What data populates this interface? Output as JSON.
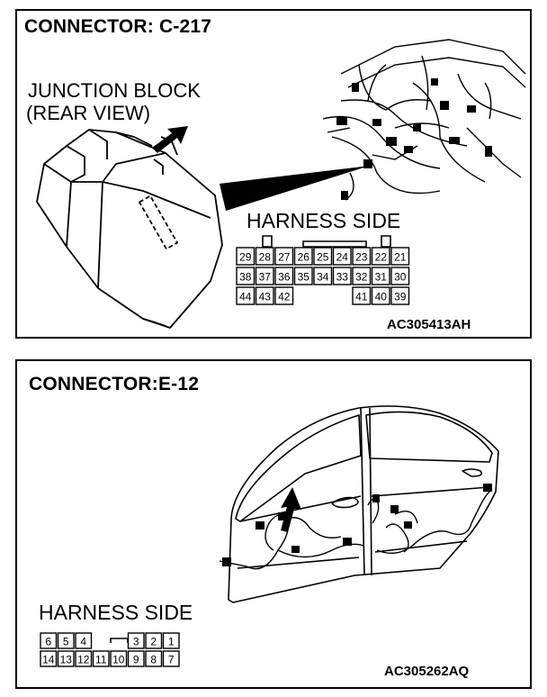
{
  "connector_c217": {
    "title": "CONNECTOR: C-217",
    "part_label_line1": "JUNCTION BLOCK",
    "part_label_line2": "(REAR VIEW)",
    "harness_label": "HARNESS SIDE",
    "figure_code": "AC305413AH",
    "pin_rows": [
      [
        "29",
        "28",
        "27",
        "26",
        "25",
        "24",
        "23",
        "22",
        "21"
      ],
      [
        "38",
        "37",
        "36",
        "35",
        "34",
        "33",
        "32",
        "31",
        "30"
      ],
      [
        "44",
        "43",
        "42",
        "",
        "",
        "",
        "41",
        "40",
        "39"
      ]
    ]
  },
  "connector_e12": {
    "title": "CONNECTOR:E-12",
    "harness_label": "HARNESS SIDE",
    "figure_code": "AC305262AQ",
    "pin_rows": [
      [
        "6",
        "5",
        "4",
        "",
        "",
        "3",
        "2",
        "1"
      ],
      [
        "14",
        "13",
        "12",
        "11",
        "10",
        "9",
        "8",
        "7"
      ]
    ]
  }
}
